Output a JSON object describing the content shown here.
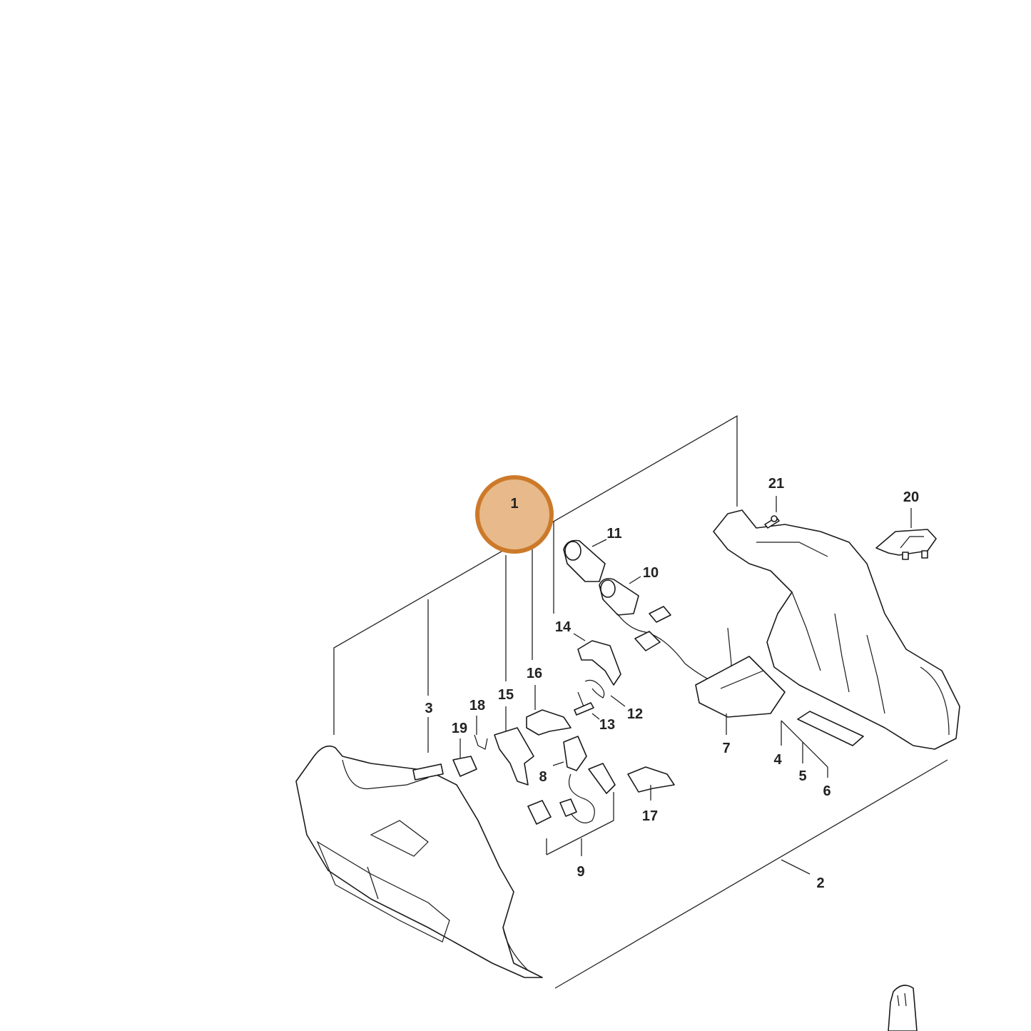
{
  "highlight": {
    "callout": "1",
    "fill_color": "#e8b98a",
    "ring_color": "#cc7a2a"
  },
  "callouts": [
    {
      "id": "c1",
      "label": "1"
    },
    {
      "id": "c2",
      "label": "2"
    },
    {
      "id": "c3",
      "label": "3"
    },
    {
      "id": "c4",
      "label": "4"
    },
    {
      "id": "c5",
      "label": "5"
    },
    {
      "id": "c6",
      "label": "6"
    },
    {
      "id": "c7",
      "label": "7"
    },
    {
      "id": "c8",
      "label": "8"
    },
    {
      "id": "c9",
      "label": "9"
    },
    {
      "id": "c10",
      "label": "10"
    },
    {
      "id": "c11",
      "label": "11"
    },
    {
      "id": "c12",
      "label": "12"
    },
    {
      "id": "c13",
      "label": "13"
    },
    {
      "id": "c14",
      "label": "14"
    },
    {
      "id": "c15",
      "label": "15"
    },
    {
      "id": "c16",
      "label": "16"
    },
    {
      "id": "c17",
      "label": "17"
    },
    {
      "id": "c18",
      "label": "18"
    },
    {
      "id": "c19",
      "label": "19"
    },
    {
      "id": "c20",
      "label": "20"
    },
    {
      "id": "c21",
      "label": "21"
    }
  ]
}
